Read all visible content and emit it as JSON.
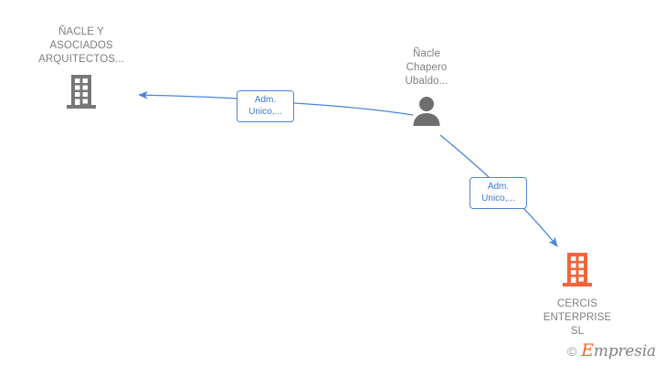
{
  "diagram": {
    "background_color": "#ffffff",
    "edge_color": "#4a86d8",
    "nodes": [
      {
        "id": "nacle-asociados",
        "type": "company",
        "icon": "building-icon",
        "icon_color": "#777777",
        "label": "ÑACLE Y\nASOCIADOS\nARQUITECTOS...",
        "label_position": "above"
      },
      {
        "id": "person",
        "type": "person",
        "icon": "person-icon",
        "icon_color": "#6e6e6e",
        "label": "Ñacle\nChapero\nUbaldo...",
        "label_position": "above"
      },
      {
        "id": "cercis",
        "type": "company",
        "icon": "building-icon",
        "icon_color": "#f4643c",
        "label": "CERCIS\nENTERPRISE\nSL",
        "label_position": "below"
      }
    ],
    "edges": [
      {
        "id": "edge-person-to-nacle",
        "from": "person",
        "to": "nacle-asociados",
        "label": "Adm.\nUnico,...",
        "arrow": "end"
      },
      {
        "id": "edge-person-to-cercis",
        "from": "person",
        "to": "cercis",
        "label": "Adm.\nUnico,...",
        "arrow": "end"
      }
    ]
  },
  "watermark": {
    "copyright_symbol": "©",
    "brand_initial": "E",
    "brand_rest": "mpresia",
    "brand_color": "#f2682a"
  }
}
